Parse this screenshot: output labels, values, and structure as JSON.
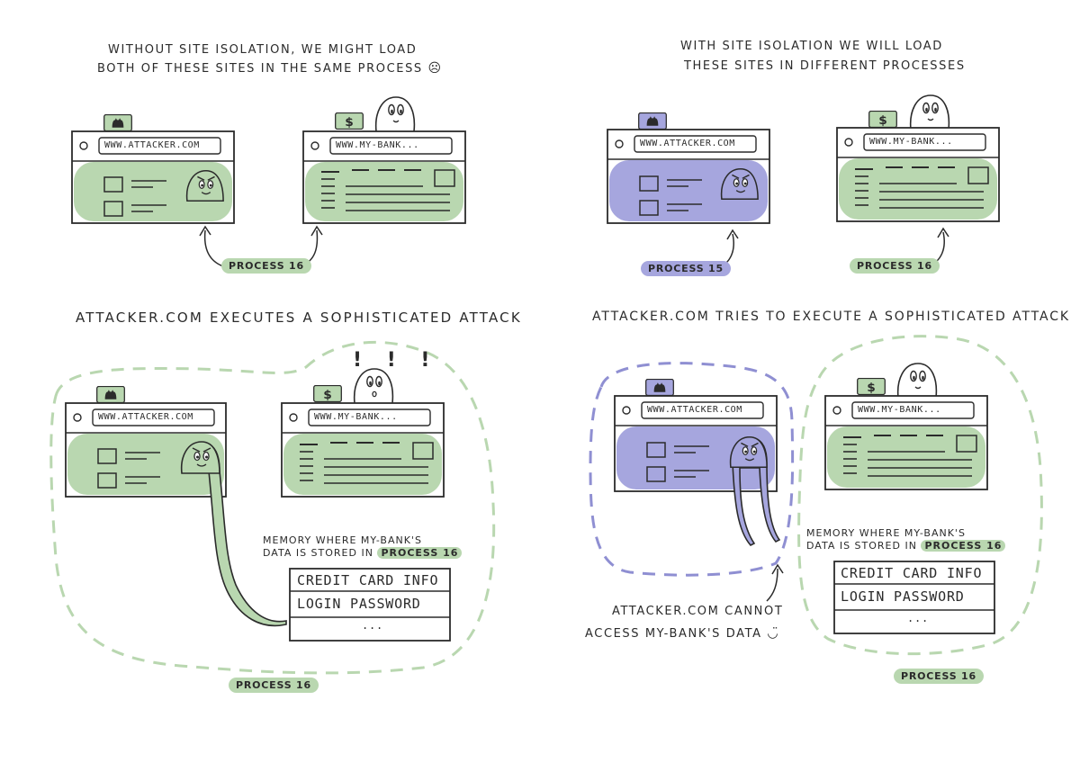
{
  "colors": {
    "green_fill": "#b9d7b0",
    "purple_fill": "#a6a6de",
    "ink": "#2b2b2b",
    "green_dash": "#b9d7b0",
    "purple_dash": "#8f8fd2"
  },
  "icons": [
    "github-cat-icon",
    "dollar-icon",
    "ghost-icon",
    "evil-ghost-icon",
    "arrow-icon"
  ],
  "panel_top_left": {
    "caption_line1": "WITHOUT SITE ISOLATION, WE MIGHT LOAD",
    "caption_line2": "BOTH OF THESE SITES IN THE SAME PROCESS",
    "frown": "☹",
    "attacker_url": "WWW.ATTACKER.COM",
    "bank_url": "WWW.MY-BANK...",
    "process_label": "PROCESS 16"
  },
  "panel_top_right": {
    "caption_line1": "WITH SITE ISOLATION WE WILL LOAD",
    "caption_line2": "THESE SITES IN DIFFERENT PROCESSES",
    "attacker_url": "WWW.ATTACKER.COM",
    "bank_url": "WWW.MY-BANK...",
    "attacker_process_label": "PROCESS 15",
    "bank_process_label": "PROCESS 16"
  },
  "panel_bottom_left": {
    "caption": "ATTACKER.COM EXECUTES A SOPHISTICATED ATTACK",
    "exclamations": "! ! !",
    "attacker_url": "WWW.ATTACKER.COM",
    "bank_url": "WWW.MY-BANK...",
    "memory_line1": "MEMORY WHERE MY-BANK'S",
    "memory_line2": "DATA IS STORED IN",
    "memory_process": "PROCESS 16",
    "memory_rows": [
      "CREDIT CARD INFO",
      "LOGIN PASSWORD",
      "..."
    ],
    "process_label": "PROCESS 16"
  },
  "panel_bottom_right": {
    "caption": "ATTACKER.COM TRIES TO EXECUTE A SOPHISTICATED ATTACK",
    "attacker_url": "WWW.ATTACKER.COM",
    "bank_url": "WWW.MY-BANK...",
    "memory_line1": "MEMORY WHERE MY-BANK'S",
    "memory_line2": "DATA IS STORED IN",
    "memory_process": "PROCESS 16",
    "memory_rows": [
      "CREDIT CARD INFO",
      "LOGIN PASSWORD",
      "..."
    ],
    "cannot_line1": "ATTACKER.COM CANNOT",
    "cannot_line2": "ACCESS MY-BANK'S DATA",
    "smile": "◡̈",
    "process_label": "PROCESS 16"
  }
}
